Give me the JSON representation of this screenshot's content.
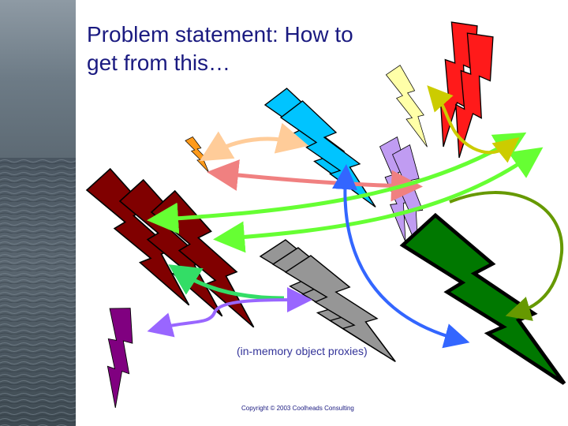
{
  "title": {
    "line1": "Problem statement:  How to",
    "line2": "get from this…"
  },
  "proxies_label": "(in-memory object proxies)",
  "copyright": "Copyright © 2003 Coolheads Consulting",
  "icons": [
    "photo-sea",
    "lightning-bolt-icon",
    "curved-arrow-icon"
  ],
  "colors": {
    "title_text": "#1a1a80",
    "bolt_cyan": "#00c4ff",
    "bolt_red": "#ff1a1a",
    "bolt_lightyellow": "#ffffa8",
    "bolt_lavender": "#c09cf2",
    "bolt_orange": "#ff9a1a",
    "bolt_maroon": "#800000",
    "bolt_gray": "#969696",
    "bolt_green": "#007800",
    "bolt_purple": "#800080",
    "arrow_peach": "#ffcc99",
    "arrow_pink": "#f08080",
    "arrow_lightgreen": "#66ff33",
    "arrow_blue": "#3366ff",
    "arrow_olive": "#669900",
    "arrow_yellowgreen": "#cccc00",
    "arrow_midgreen": "#33dd66",
    "arrow_violet": "#9966ff"
  }
}
